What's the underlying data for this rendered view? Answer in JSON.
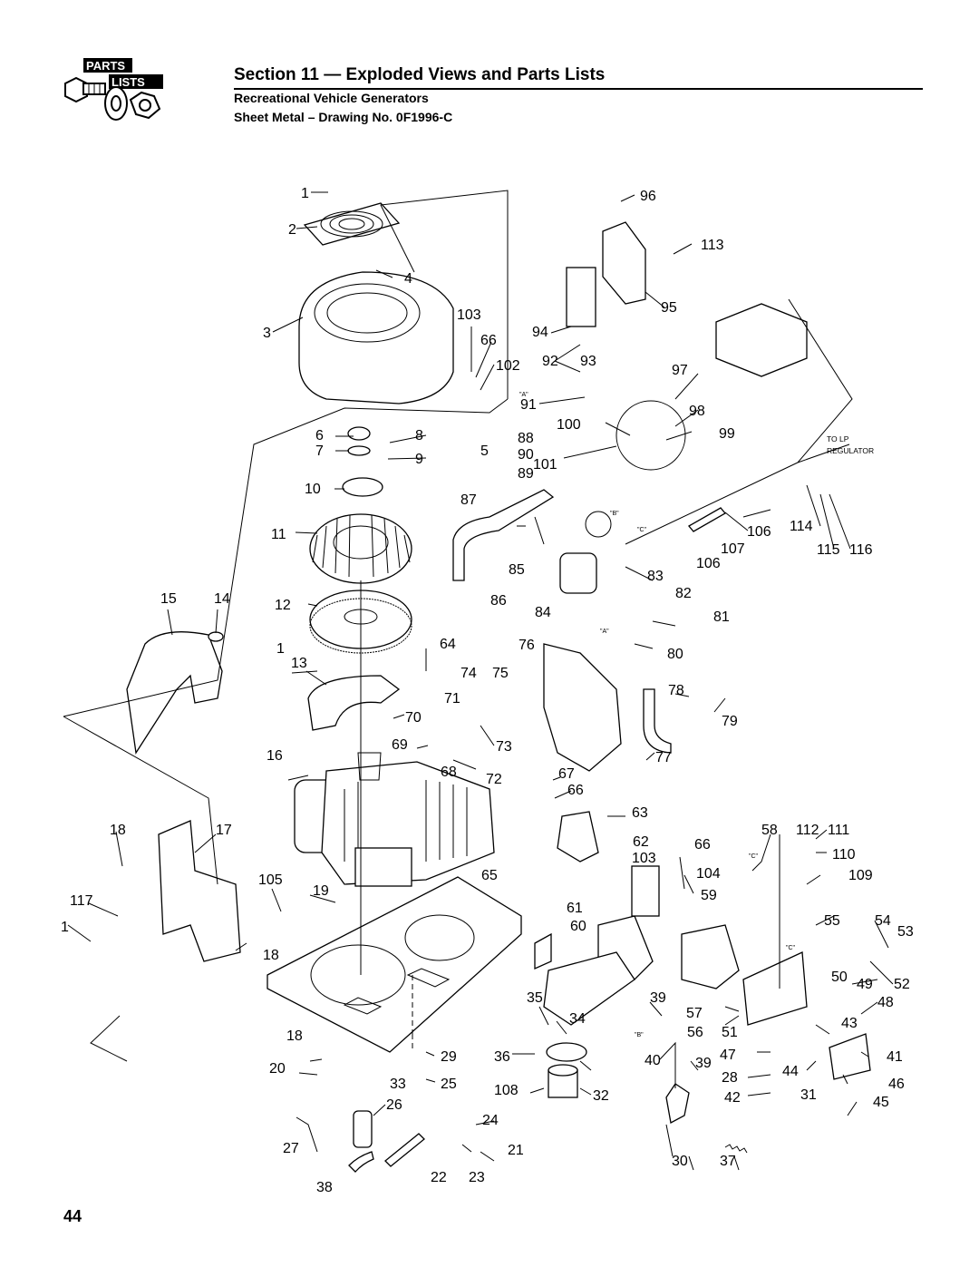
{
  "header": {
    "badge_top": "PARTS",
    "badge_bottom": "LISTS",
    "title": "Section 11 — Exploded Views and Parts Lists",
    "subtitle1": "Recreational Vehicle Generators",
    "subtitle2": "Sheet Metal – Drawing No. 0F1996-C"
  },
  "callouts": {
    "to_lp_1": "TO LP",
    "to_lp_2": "REGULATOR",
    "ref_a": "\"A\"",
    "ref_b": "\"B\"",
    "ref_c": "\"C\""
  },
  "labels": [
    "1",
    "2",
    "3",
    "4",
    "103",
    "66",
    "102",
    "96",
    "113",
    "95",
    "94",
    "92",
    "93",
    "97",
    "91",
    "98",
    "100",
    "99",
    "6",
    "8",
    "7",
    "9",
    "5",
    "88",
    "90",
    "89",
    "101",
    "10",
    "87",
    "11",
    "106",
    "114",
    "107",
    "106",
    "115",
    "116",
    "15",
    "14",
    "12",
    "85",
    "83",
    "86",
    "84",
    "82",
    "81",
    "1",
    "13",
    "64",
    "76",
    "80",
    "74",
    "75",
    "71",
    "70",
    "78",
    "79",
    "69",
    "73",
    "16",
    "68",
    "72",
    "67",
    "66",
    "77",
    "18",
    "17",
    "63",
    "58",
    "112",
    "111",
    "62",
    "66",
    "110",
    "103",
    "104",
    "109",
    "105",
    "19",
    "65",
    "117",
    "59",
    "61",
    "1",
    "60",
    "55",
    "54",
    "53",
    "18",
    "50",
    "49",
    "52",
    "35",
    "39",
    "48",
    "34",
    "57",
    "56",
    "51",
    "43",
    "18",
    "36",
    "29",
    "47",
    "41",
    "20",
    "40",
    "39",
    "44",
    "33",
    "25",
    "28",
    "46",
    "108",
    "32",
    "31",
    "42",
    "45",
    "26",
    "24",
    "27",
    "21",
    "30",
    "37",
    "38",
    "22",
    "23",
    "26"
  ],
  "page_number": "44"
}
